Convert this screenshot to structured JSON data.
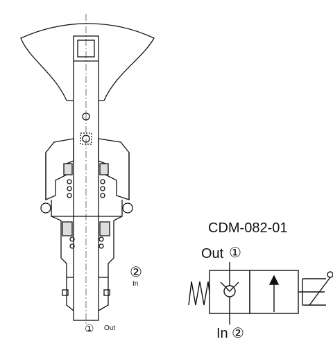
{
  "section_view": {
    "port_top_circle": "②",
    "port_top_text": "In",
    "port_bottom_circle": "①",
    "port_bottom_text": "Out"
  },
  "symbol": {
    "model": "CDM-082-01",
    "out_label": "Out",
    "out_circle": "①",
    "in_label": "In",
    "in_circle": "②"
  }
}
